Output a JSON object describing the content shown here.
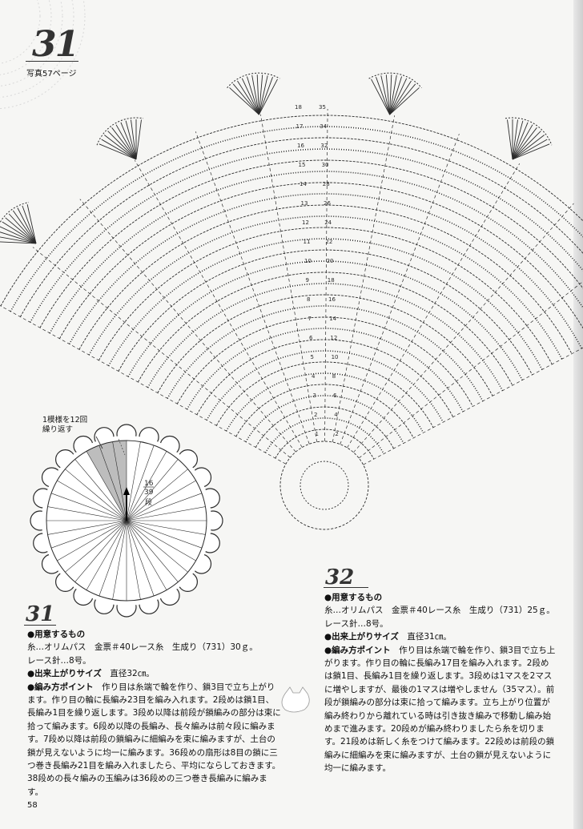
{
  "header": {
    "pattern_31_number": "31",
    "photo_ref": "写真57ページ"
  },
  "diagram": {
    "row_numbers_left": [
      "18",
      "17",
      "16",
      "15",
      "14",
      "13",
      "12",
      "11",
      "10",
      "9",
      "8",
      "7",
      "6",
      "5",
      "4",
      "3",
      "2",
      "1"
    ],
    "row_numbers_right": [
      "35",
      "34",
      "32",
      "30",
      "28",
      "26",
      "24",
      "22",
      "20",
      "18",
      "16",
      "14",
      "12",
      "10",
      "8",
      "6",
      "4",
      "2"
    ],
    "mini_caption": "1模様を12回\n繰り返す",
    "mini_label_top": "16",
    "mini_label_mid": "39",
    "mini_label_bot": "段"
  },
  "pattern31": {
    "number": "31",
    "materials_title": "●用意するもの",
    "yarn": "糸…オリムパス　金票＃40レース糸　生成り（731）30ｇ。",
    "needle": "レース針…8号。",
    "size_title": "●出来上がりサイズ",
    "size_value": "直径32㎝。",
    "points_title": "●編み方ポイント",
    "points_text": "作り目は糸端で輪を作り、鎖3目で立ち上がります。作り目の輪に長編み23目を編み入れます。2段めは鎖1目、長編み1目を繰り返します。3段め以降は前段が鎖編みの部分は束に拾って編みます。6段め以降の長編み、長々編みは前々段に編みます。7段め以降は前段の鎖編みに細編みを束に編みますが、土台の鎖が見えないように均一に編みます。36段めの扇形は8目の鎖に三つ巻き長編み21目を編み入れましたら、平均にならしておきます。38段めの長々編みの玉編みは36段めの三つ巻き長編みに編みます。"
  },
  "pattern32": {
    "number": "32",
    "materials_title": "●用意するもの",
    "yarn": "糸…オリムパス　金票＃40レース糸　生成り（731）25ｇ。",
    "needle": "レース針…8号。",
    "size_title": "●出来上がりサイズ",
    "size_value": "直径31㎝。",
    "points_title": "●編み方ポイント",
    "points_text": "作り目は糸端で輪を作り、鎖3目で立ち上がります。作り目の輪に長編み17目を編み入れます。2段めは鎖1目、長編み1目を繰り返します。3段めは1マスを2マスに増やしますが、最後の1マスは増やしません（35マス）。前段が鎖編みの部分は束に拾って編みます。立ち上がり位置が編み終わりから離れている時は引き抜き編みで移動し編み始めまで進みます。20段めが編み終わりましたら糸を切ります。21段めは新しく糸をつけて編みます。22段めは前段の鎖編みに細編みを束に編みますが、土台の鎖が見えないように均一に編みます。"
  },
  "footer": {
    "page_number": "58"
  },
  "colors": {
    "ink": "#111111",
    "chart": "#2a2a2a",
    "wedge": "#bdbdbd",
    "paper": "#f6f6f4"
  }
}
